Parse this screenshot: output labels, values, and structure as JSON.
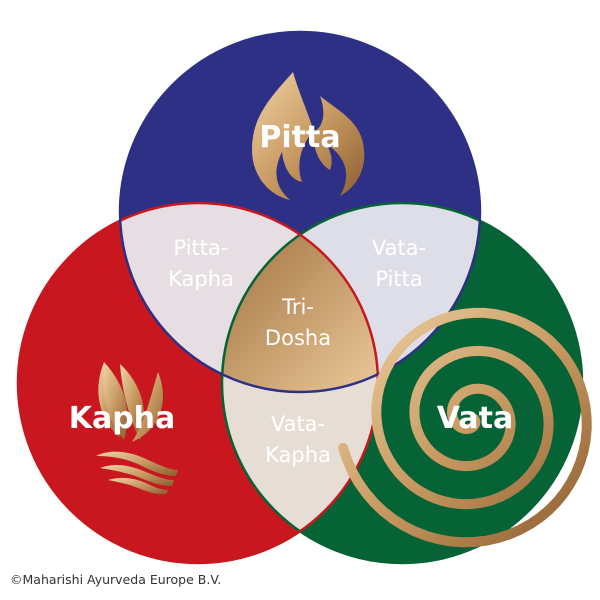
{
  "circles": {
    "pitta": {
      "label": "Pitta",
      "color": "#2E3085",
      "icon": "flame-icon"
    },
    "kapha": {
      "label": "Kapha",
      "color": "#C8171E",
      "icon": "lotus-leaf-icon"
    },
    "vata": {
      "label": "Vata",
      "color": "#066335",
      "icon": "spiral-icon"
    }
  },
  "overlaps": {
    "pitta_kapha": {
      "line1": "Pitta-",
      "line2": "Kapha"
    },
    "vata_pitta": {
      "line1": "Vata-",
      "line2": "Pitta"
    },
    "vata_kapha": {
      "line1": "Vata-",
      "line2": "Kapha"
    },
    "tri_dosha": {
      "line1": "Tri-",
      "line2": "Dosha"
    }
  },
  "colors": {
    "pair_overlap": "#E6DEE3",
    "pair_overlap_vp": "#DEDEE8",
    "pair_overlap_vk": "#E6DDD5",
    "gold_light": "#E9C79A",
    "gold_dark": "#9A6A38"
  },
  "copyright": "©Maharishi Ayurveda Europe B.V."
}
